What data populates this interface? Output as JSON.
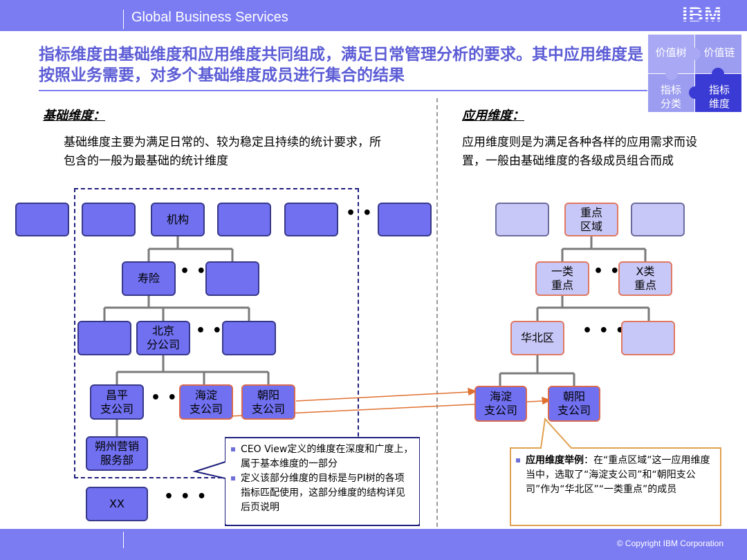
{
  "header": {
    "brand": "Global Business Services",
    "logo": "IBM"
  },
  "headline": "指标维度由基础维度和应用维度共同组成，满足日常管理分析的要求。其中应用维度是按照业务需要，对多个基础维度成员进行集合的结果",
  "puzzle": {
    "top_left": "价值树",
    "top_right": "价值链",
    "bottom_left": "指标\n分类",
    "bottom_right": "指标\n维度",
    "colors": {
      "light": "#a8a8f4",
      "mid": "#9c9cf0",
      "dark": "#3a3ad4"
    }
  },
  "left": {
    "title": "基础维度：",
    "desc": "基础维度主要为满足日常的、较为稳定且持续的统计要求，所包含的一般为最基础的统计维度",
    "nodes": {
      "jigou": "机构",
      "shouxian": "寿险",
      "beijing": "北京\n分公司",
      "changping": "昌平\n支公司",
      "haidian": "海淀\n支公司",
      "chaoyang": "朝阳\n支公司",
      "shuozhou": "朔州营销\n服务部",
      "xx": "XX"
    },
    "callout": [
      "CEO View定义的维度在深度和广度上，属于基本维度的一部分",
      "定义该部分维度的目标是与PI树的各项指标匹配使用，这部分维度的结构详见后页说明"
    ]
  },
  "right": {
    "title": "应用维度：",
    "desc": "应用维度则是为满足各种各样的应用需求而设置，一般由基础维度的各级成员组合而成",
    "nodes": {
      "zhongdian": "重点\n区域",
      "yilei": "一类\n重点",
      "xlei": "X类\n重点",
      "huabei": "华北区",
      "haidian": "海淀\n支公司",
      "chaoyang": "朝阳\n支公司"
    },
    "callout_bold": "应用维度举例",
    "callout_text": "：在“重点区域”这一应用维度当中，选取了“海淀支公司”和“朝阳支公司”作为“华北区”“一类重点”的成员"
  },
  "ellipsis": "• • •",
  "footer": {
    "copyright": "© Copyright IBM Corporation"
  },
  "colors": {
    "bar": "#7b7cf2",
    "node": "#7070f0",
    "node_light": "#c8c8f8",
    "highlight": "#d86a50",
    "title": "#5c5cd6"
  }
}
